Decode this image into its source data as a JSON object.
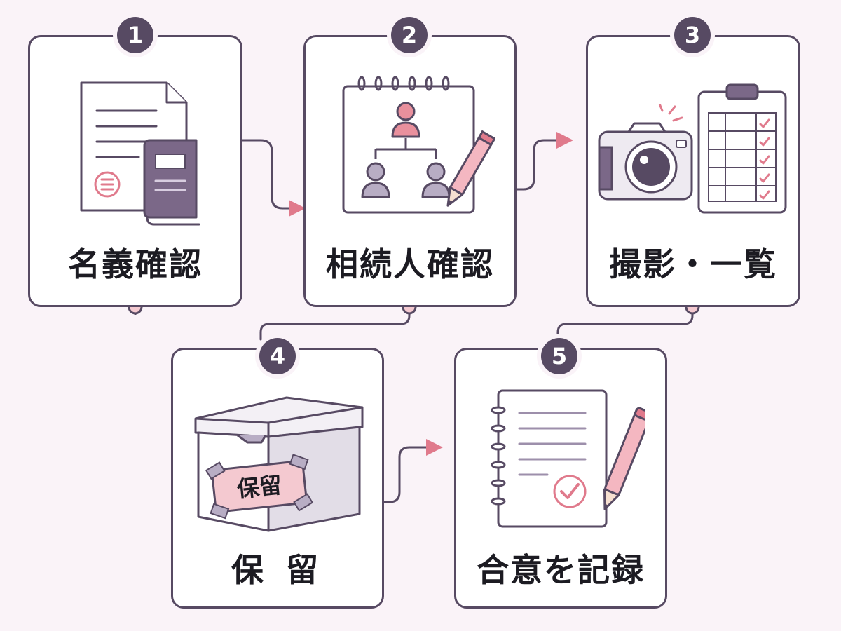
{
  "steps": [
    {
      "number": "1",
      "label": "名義確認"
    },
    {
      "number": "2",
      "label": "相続人確認"
    },
    {
      "number": "3",
      "label": "撮影・一覧"
    },
    {
      "number": "4",
      "label": "保 留"
    },
    {
      "number": "5",
      "label": "合意を記録"
    }
  ],
  "box_sticker_text": "保留",
  "colors": {
    "outline": "#574a63",
    "accent_pink": "#e07a8c",
    "light_pink": "#f4c9d0",
    "purple_fill": "#7b6888",
    "background": "#faf3f8"
  },
  "icons": [
    "document-book-icon",
    "family-tree-notepad-icon",
    "camera-icon",
    "clipboard-checklist-icon",
    "storage-box-icon",
    "notebook-pen-icon"
  ]
}
